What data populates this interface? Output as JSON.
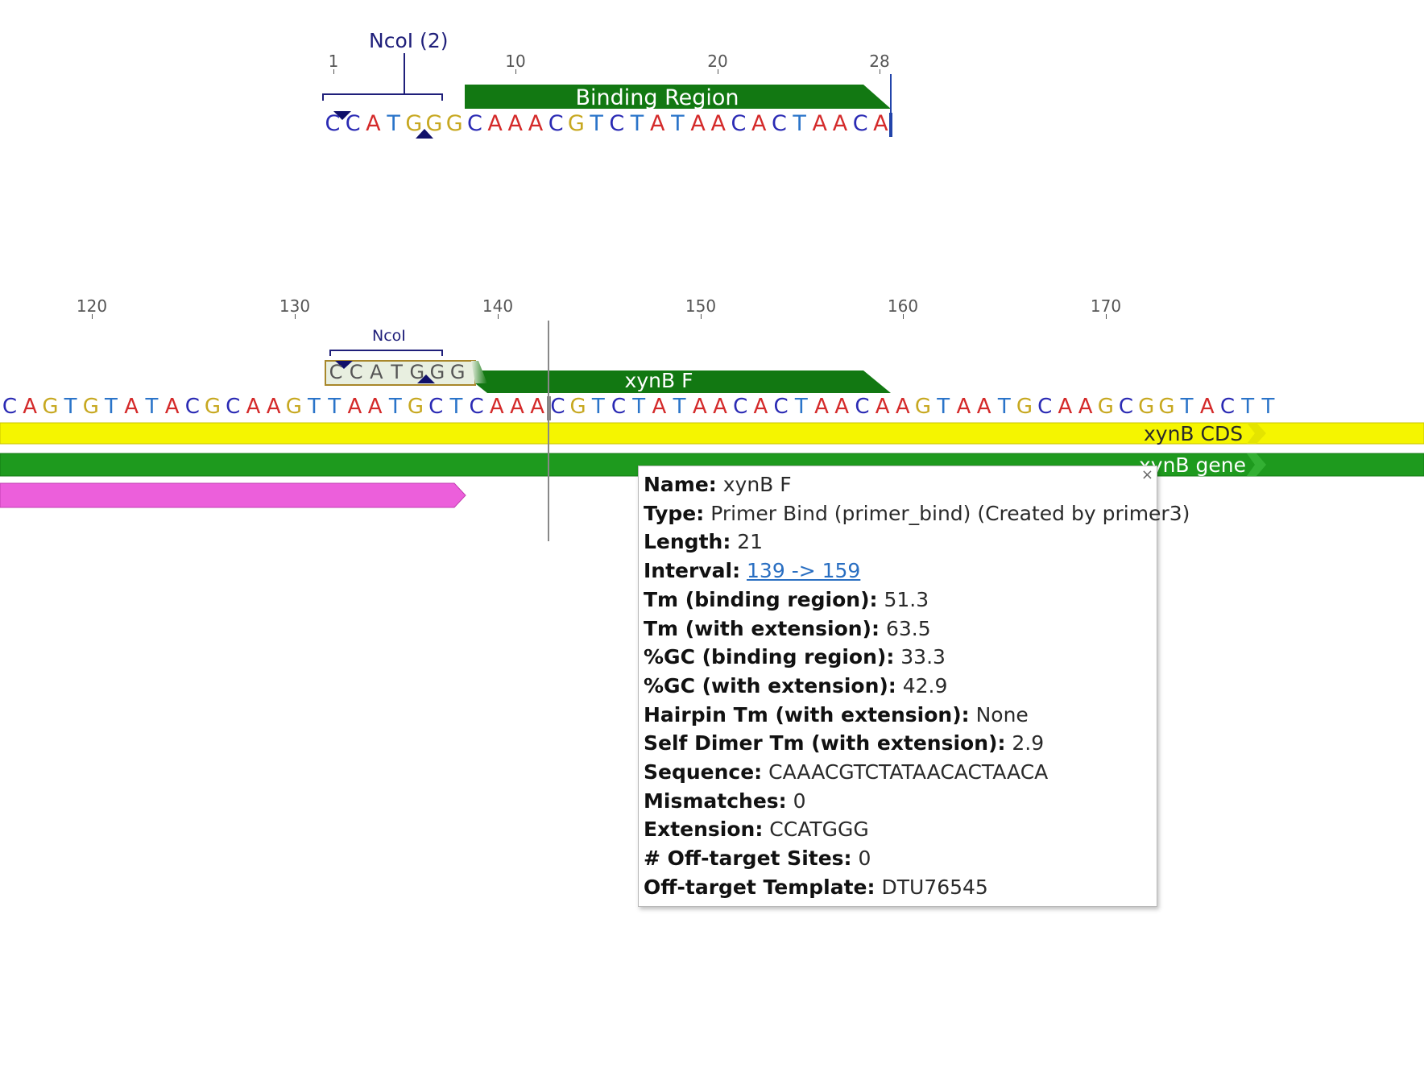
{
  "top_view": {
    "site_label": "NcoI (2)",
    "ruler": [
      "1",
      "10",
      "20",
      "28"
    ],
    "binding_label": "Binding Region",
    "sequence": "CCATGGGCAAACGTCTATAACACTAACA"
  },
  "bottom_view": {
    "ruler": [
      "120",
      "130",
      "140",
      "150",
      "160",
      "170"
    ],
    "site_label": "NcoI",
    "extension_seq": "CCATGGG",
    "primer_label": "xynB F",
    "sequence": "CAGTGTATACGCAAGTTAATGCTCAAACGTCTATAACACTAACAAGTAATGCAAGCGGTACTT",
    "cds_label": "xynB CDS",
    "gene_label": "xynB gene",
    "colors": {
      "cds": "#f5f500",
      "gene": "#1e9a1e",
      "primer": "#127812",
      "misc": "#ec5fdb"
    }
  },
  "tooltip": {
    "close": "×",
    "rows": [
      {
        "k": "Name:",
        "v": "xynB F"
      },
      {
        "k": "Type:",
        "v": "Primer Bind (primer_bind) (Created by primer3)"
      },
      {
        "k": "Length:",
        "v": "21"
      },
      {
        "k": "Interval:",
        "v": "139 -> 159",
        "link": true
      },
      {
        "k": "Tm (binding region):",
        "v": "51.3"
      },
      {
        "k": "Tm (with extension):",
        "v": "63.5"
      },
      {
        "k": "%GC (binding region):",
        "v": "33.3"
      },
      {
        "k": "%GC (with extension):",
        "v": "42.9"
      },
      {
        "k": "Hairpin Tm (with extension):",
        "v": "None"
      },
      {
        "k": "Self Dimer Tm (with extension):",
        "v": "2.9"
      },
      {
        "k": "Sequence:",
        "v": "CAAACGTCTATAACACTAACA"
      },
      {
        "k": "Mismatches:",
        "v": "0"
      },
      {
        "k": "Extension:",
        "v": "CCATGGG"
      },
      {
        "k": "# Off-target Sites:",
        "v": "0"
      },
      {
        "k": "Off-target Template:",
        "v": "DTU76545"
      }
    ]
  }
}
